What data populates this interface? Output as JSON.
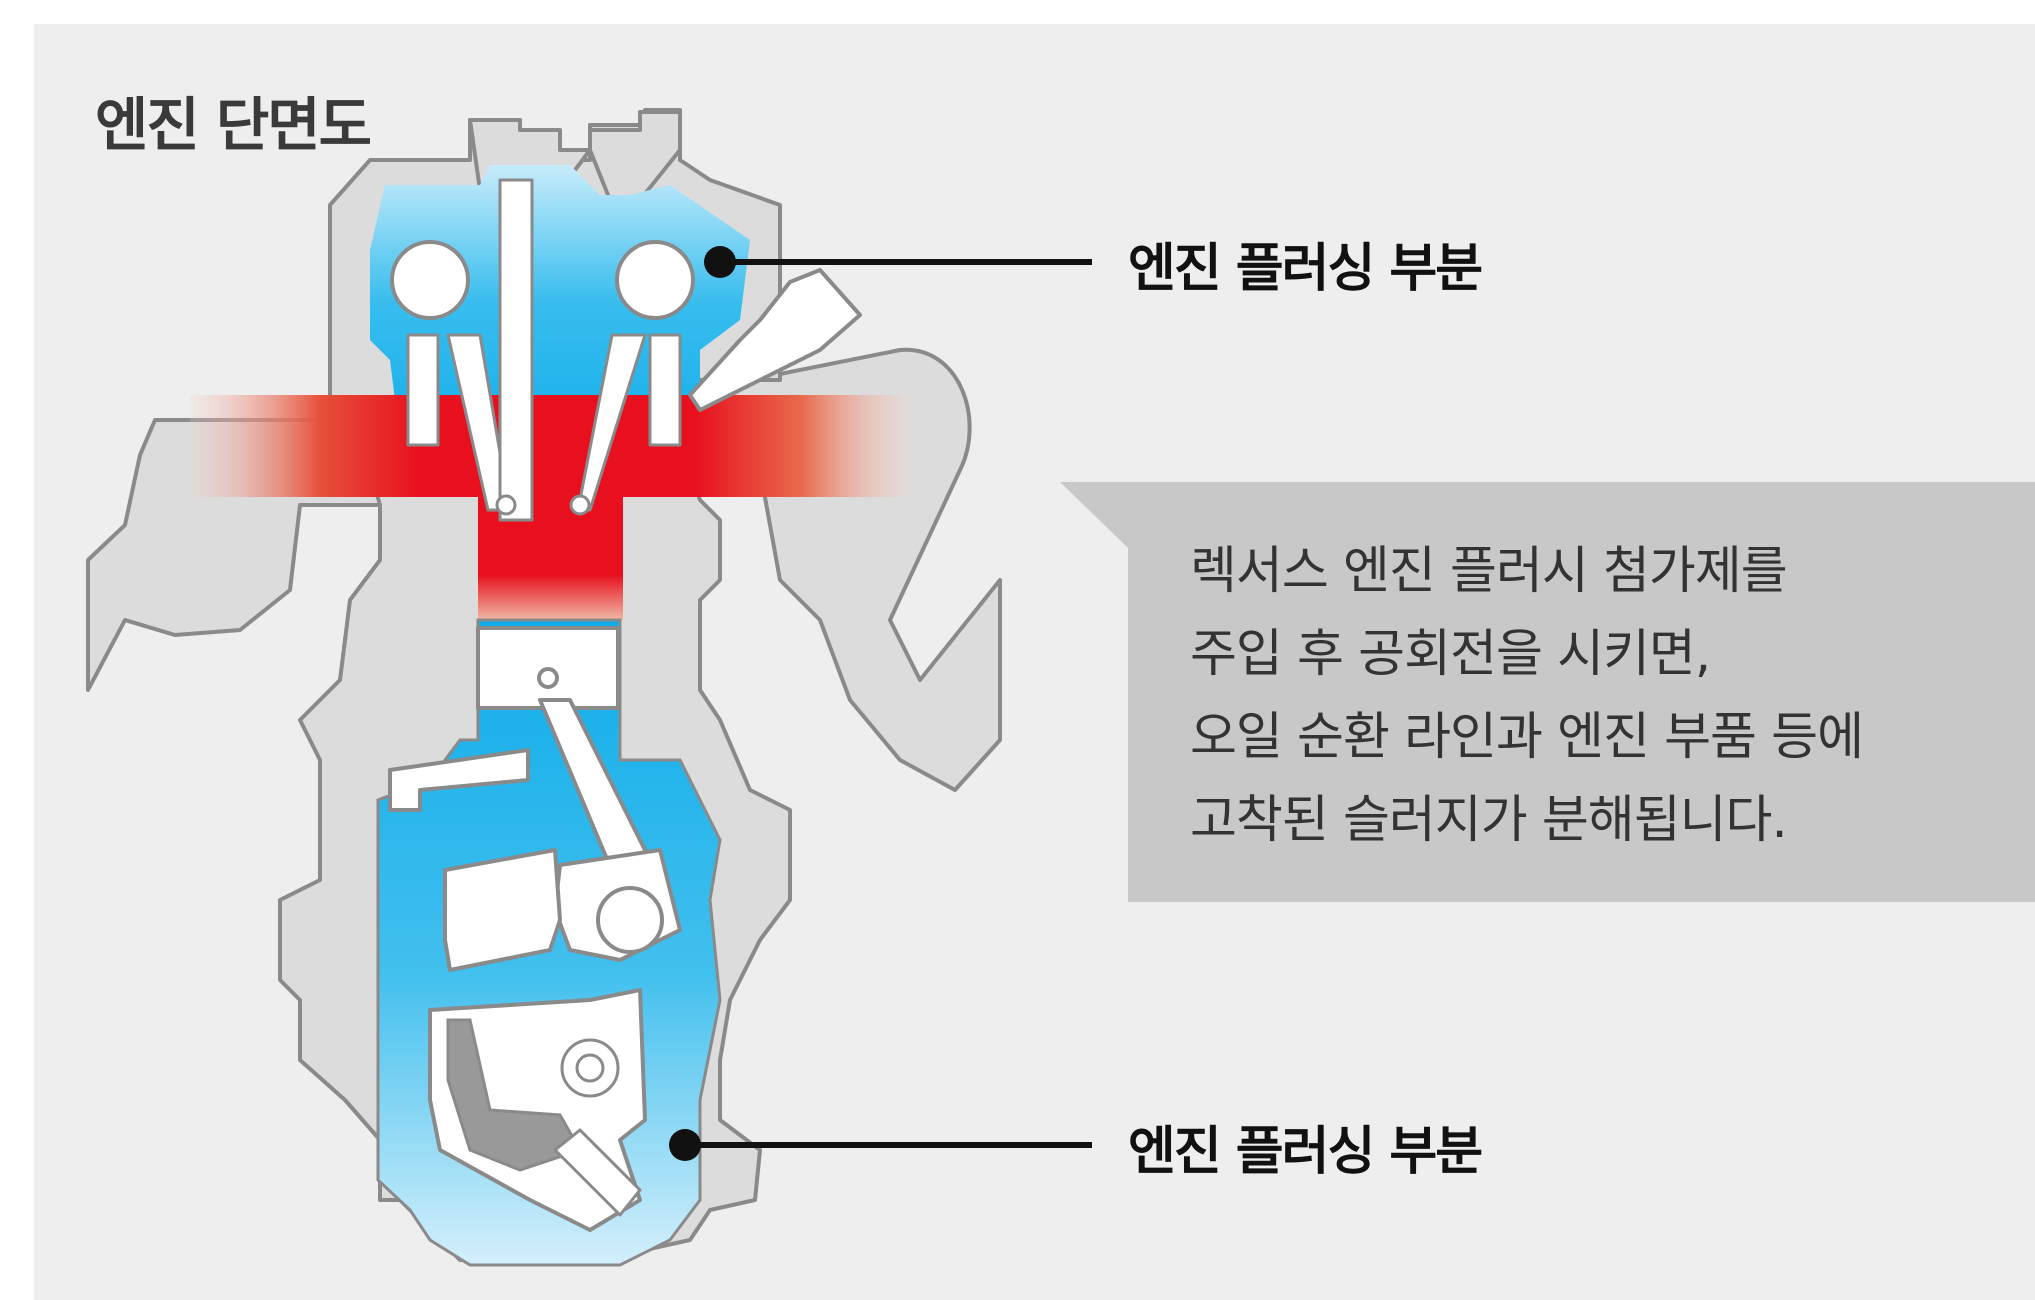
{
  "title": "엔진 단면도",
  "labels": {
    "top": "엔진 플러싱 부분",
    "bottom": "엔진 플러싱 부분"
  },
  "callout": {
    "lines": [
      "렉서스 엔진 플러시 첨가제를",
      "주입 후 공회전을 시키면,",
      "오일 순환 라인과 엔진 부품 등에",
      "고착된 슬러지가 분해됩니다."
    ]
  },
  "colors": {
    "panel": "#eeeeee",
    "engine_gray": "#dcdcdc",
    "outline": "#8a8a8a",
    "flush_blue": "#1eb3e8",
    "heat_red": "#e8101e",
    "callout_box": "#c8c8c8"
  }
}
